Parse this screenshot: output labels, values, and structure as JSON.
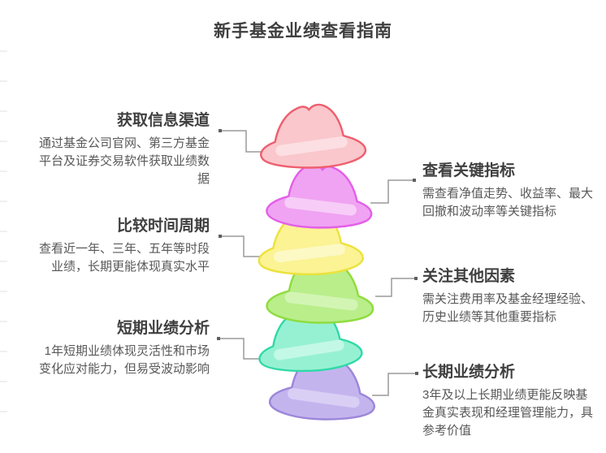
{
  "title": "新手基金业绩查看指南",
  "left_blocks": [
    {
      "title": "获取信息渠道",
      "body": "通过基金公司官网、第三方基金平台及证券交易软件获取业绩数据"
    },
    {
      "title": "比较时间周期",
      "body": "查看近一年、三年、五年等时段业绩，长期更能体现真实水平"
    },
    {
      "title": "短期业绩分析",
      "body": "1年短期业绩体现灵活性和市场变化应对能力，但易受波动影响"
    }
  ],
  "right_blocks": [
    {
      "title": "查看关键指标",
      "body": "需查看净值走势、收益率、最大回撤和波动率等关键指标"
    },
    {
      "title": "关注其他因素",
      "body": "需关注费用率及基金经理经验、历史业绩等其他重要指标"
    },
    {
      "title": "长期业绩分析",
      "body": "3年及以上长期业绩更能反映基金真实表现和经理管理能力，具参考价值"
    }
  ],
  "hats": [
    {
      "name": "pink-hat",
      "fill": "#f9c7cc",
      "stroke": "#ee5f6f",
      "band": "#fcdfe2"
    },
    {
      "name": "orchid-hat",
      "fill": "#f0a3f2",
      "stroke": "#e35fe8",
      "band": "#f7cdf8"
    },
    {
      "name": "yellow-hat",
      "fill": "#fbf394",
      "stroke": "#ece23c",
      "band": "#fdf9c5"
    },
    {
      "name": "green-hat",
      "fill": "#b9ee8b",
      "stroke": "#8fdc3f",
      "band": "#d3f5b4"
    },
    {
      "name": "mint-hat",
      "fill": "#96f1d2",
      "stroke": "#2fd9a7",
      "band": "#c3f8e7"
    },
    {
      "name": "lavender-hat",
      "fill": "#c4b4ee",
      "stroke": "#9c86da",
      "band": "#d9cff5"
    }
  ],
  "colors": {
    "background": "#ffffff",
    "title_text": "#3f3f3f",
    "block_title_text": "#3f3f3f",
    "body_text": "#585858",
    "connector": "#9a9a9a",
    "connector_dot": "#5f5f5f"
  }
}
